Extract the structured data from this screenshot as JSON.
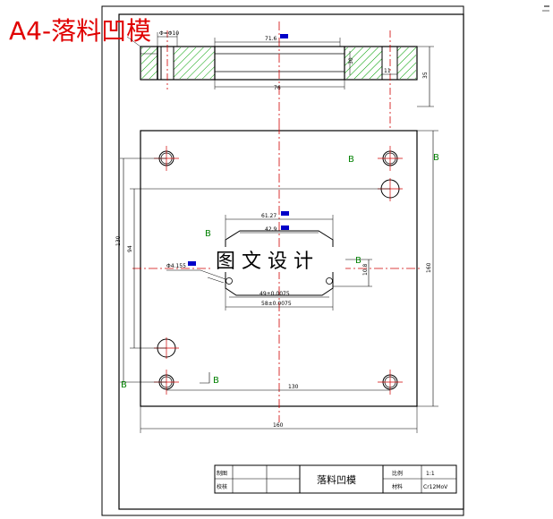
{
  "header": {
    "title": "A4-落料凹模",
    "title_color": "#e00000"
  },
  "top_view": {
    "dim_hole_dia": "Φ=Φ10",
    "dim_top_width": "71.6",
    "dim_height": "30",
    "dim_bottom_width": "76",
    "dim_right_height": "35",
    "dim_small": "11"
  },
  "plan_view": {
    "dim_inner_top1": "61.27",
    "dim_inner_top2": "42.9",
    "dim_hole": "Φ4.155",
    "dim_vert_inner": "10.8",
    "dim_bottom_inner1": "49±0.0075",
    "dim_bottom_inner2": "58±0.0075",
    "dim_hole_spacing_h": "130",
    "dim_total_w": "160",
    "dim_left_outer": "130",
    "dim_left_inner": "94",
    "dim_right_h": "160",
    "watermark_text": "图 文 设 计",
    "section_label": "B",
    "datum_color": "#008000",
    "flag_color": "#0000c8"
  },
  "title_block": {
    "drawn_label": "制图",
    "checked_label": "校核",
    "part_name": "落料凹模",
    "scale_label": "比例",
    "scale_value": "1:1",
    "material_label": "材料",
    "material_value": "Cr12MoV"
  }
}
